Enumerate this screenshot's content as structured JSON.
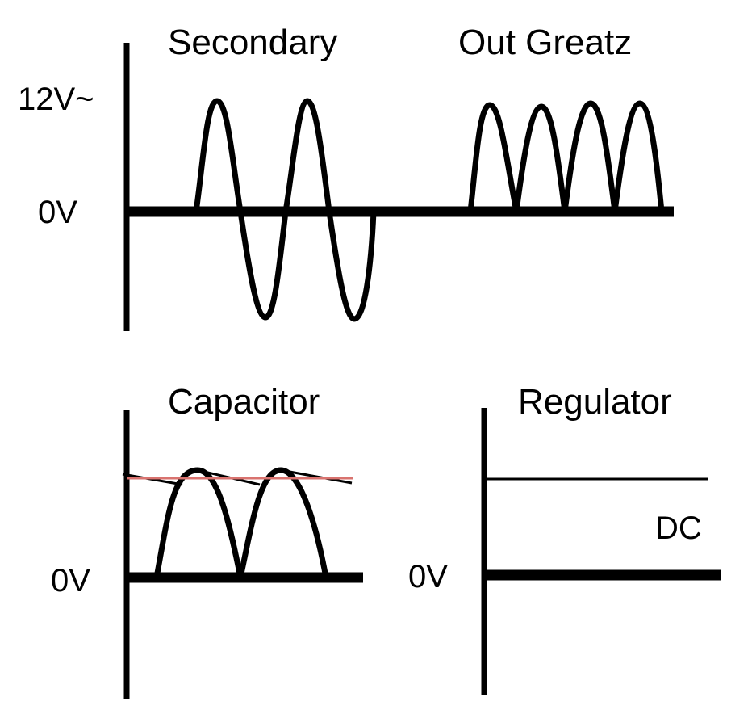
{
  "panels": {
    "secondary": {
      "title": "Secondary",
      "peak_label": "12V~",
      "zero_label": "0V"
    },
    "graetz": {
      "title": "Out Greatz"
    },
    "capacitor": {
      "title": "Capacitor",
      "zero_label": "0V"
    },
    "regulator": {
      "title": "Regulator",
      "output_label": "DC",
      "zero_label": "0V"
    }
  },
  "colors": {
    "stroke": "#000000",
    "reference_line": "#d9736f",
    "background": "#ffffff"
  }
}
